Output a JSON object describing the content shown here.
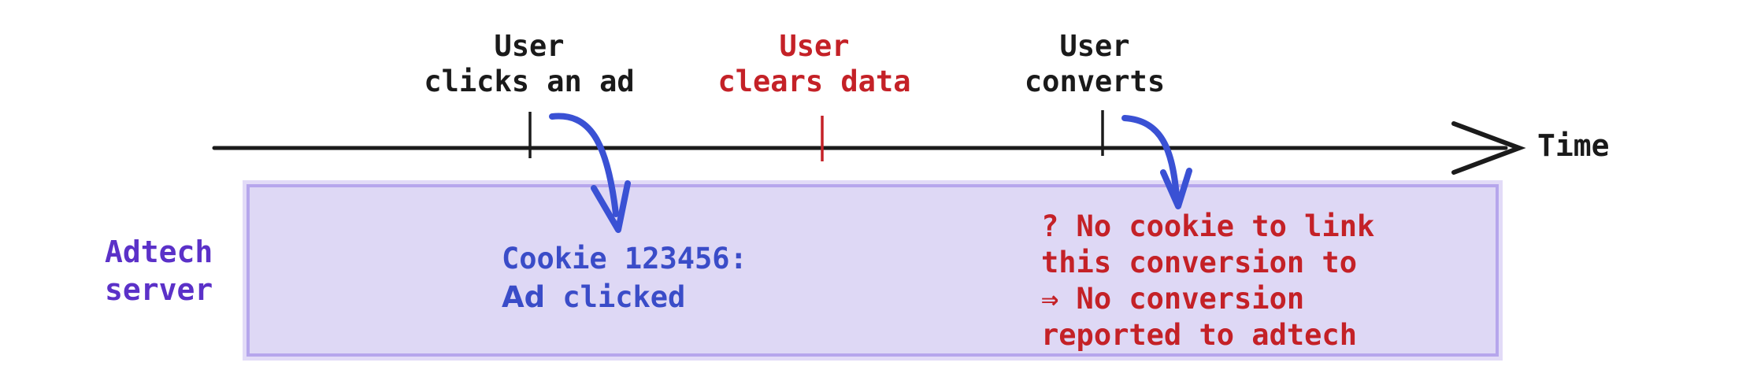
{
  "colors": {
    "axis_black": "#1b1b1b",
    "alert_red": "#c42127",
    "link_blue": "#3a4cc8",
    "arrow_blue": "#3a51d4",
    "server_purple": "#5b31c8",
    "box_fill": "#ded8f5",
    "box_border": "#b6a6ec"
  },
  "timeline": {
    "axis_label": "Time",
    "events": [
      {
        "line1": "User",
        "line2": "clicks an ad"
      },
      {
        "line1": "User",
        "line2": "clears data"
      },
      {
        "line1": "User",
        "line2": "converts"
      }
    ]
  },
  "lane": {
    "label_line1": "Adtech",
    "label_line2": "server"
  },
  "annotations": {
    "cookie_log": {
      "line1": "Cookie 123456:",
      "line2_word1": "Ad",
      "line2_word2": "clicked"
    },
    "missing_cookie": {
      "line1": "? No cookie to link",
      "line2": "this conversion to",
      "line3": "⇒ No conversion",
      "line4": "reported to adtech"
    }
  }
}
